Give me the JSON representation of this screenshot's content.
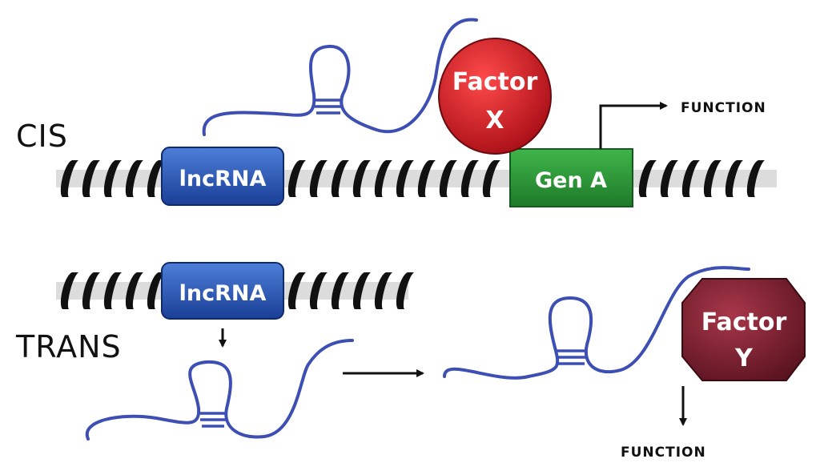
{
  "cis": {
    "label": "CIS",
    "lncrna_label": "lncRNA",
    "gene_label": "Gen A",
    "factor_line1": "Factor",
    "factor_line2": "X",
    "function_label": "FUNCTION"
  },
  "trans": {
    "label": "TRANS",
    "lncrna_label": "lncRNA",
    "factor_line1": "Factor",
    "factor_line2": "Y",
    "function_label": "FUNCTION"
  },
  "colors": {
    "lncrna_box": "#1f4fb0",
    "gene_box": "#2f9a3a",
    "factor_x": "#d8232a",
    "factor_y": "#7a1f2e",
    "rna_strand": "#3d4fb3"
  }
}
